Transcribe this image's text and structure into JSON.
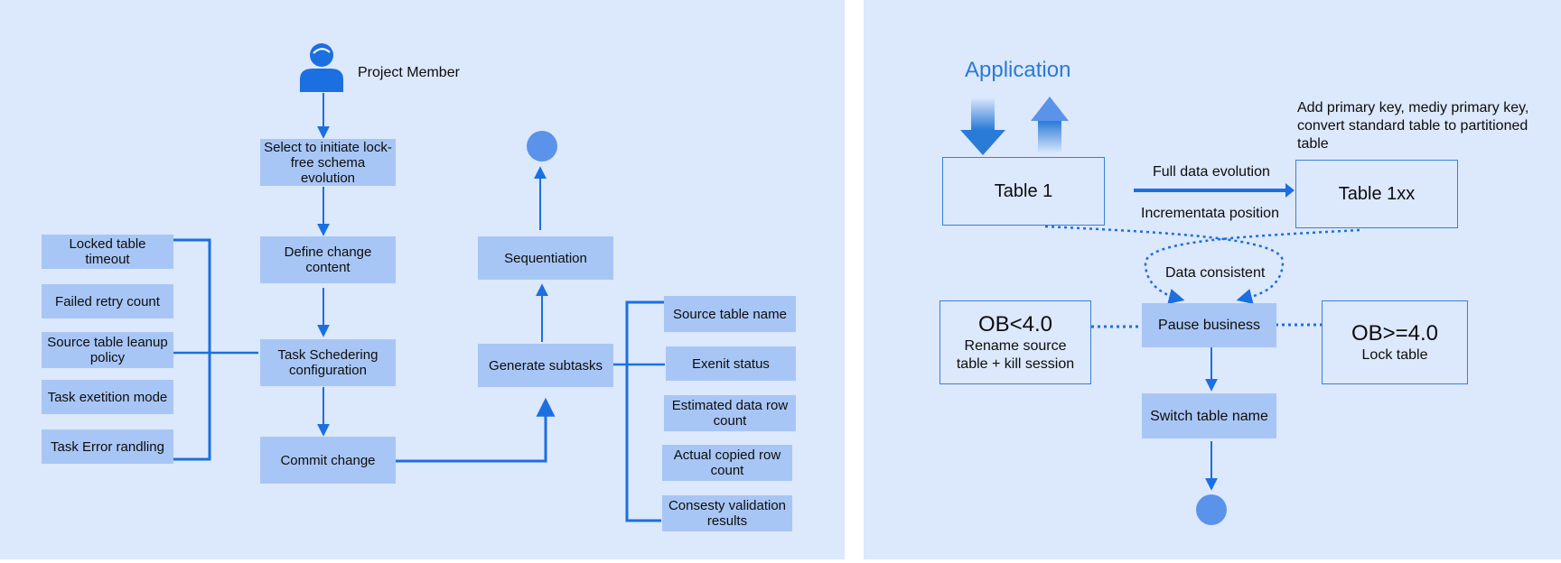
{
  "left": {
    "actor": "Project Member",
    "main_flow": [
      "Select to initiate lock-free schema evolution",
      "Define change content",
      "Task Schedering configuration",
      "Commit change"
    ],
    "config_items": [
      "Locked table timeout",
      "Failed retry count",
      "Source table leanup policy",
      "Task exetition mode",
      "Task Error randling"
    ],
    "generate_subtasks": "Generate subtasks",
    "sequentiation": "Sequentiation",
    "subtask_items": [
      "Source table name",
      "Exenit status",
      "Estimated data row count",
      "Actual copied row count",
      "Consesty validation results"
    ]
  },
  "right": {
    "application": "Application",
    "table1": "Table 1",
    "table1xx": "Table 1xx",
    "full_data": "Full data evolution",
    "incremental": "Incrementata position",
    "note": "Add primary key, mediy primary key, convert standard table to partitioned table",
    "data_consistent": "Data consistent",
    "pause": "Pause business",
    "ob_lt_title": "OB<4.0",
    "ob_lt_body": "Rename source table + kill session",
    "ob_ge_title": "OB>=4.0",
    "ob_ge_body": "Lock table",
    "switch": "Switch table name"
  },
  "colors": {
    "panel": "#dce8fb",
    "box": "#a8c6f5",
    "line": "#1c6fe0",
    "accent": "#2a7ad8"
  }
}
